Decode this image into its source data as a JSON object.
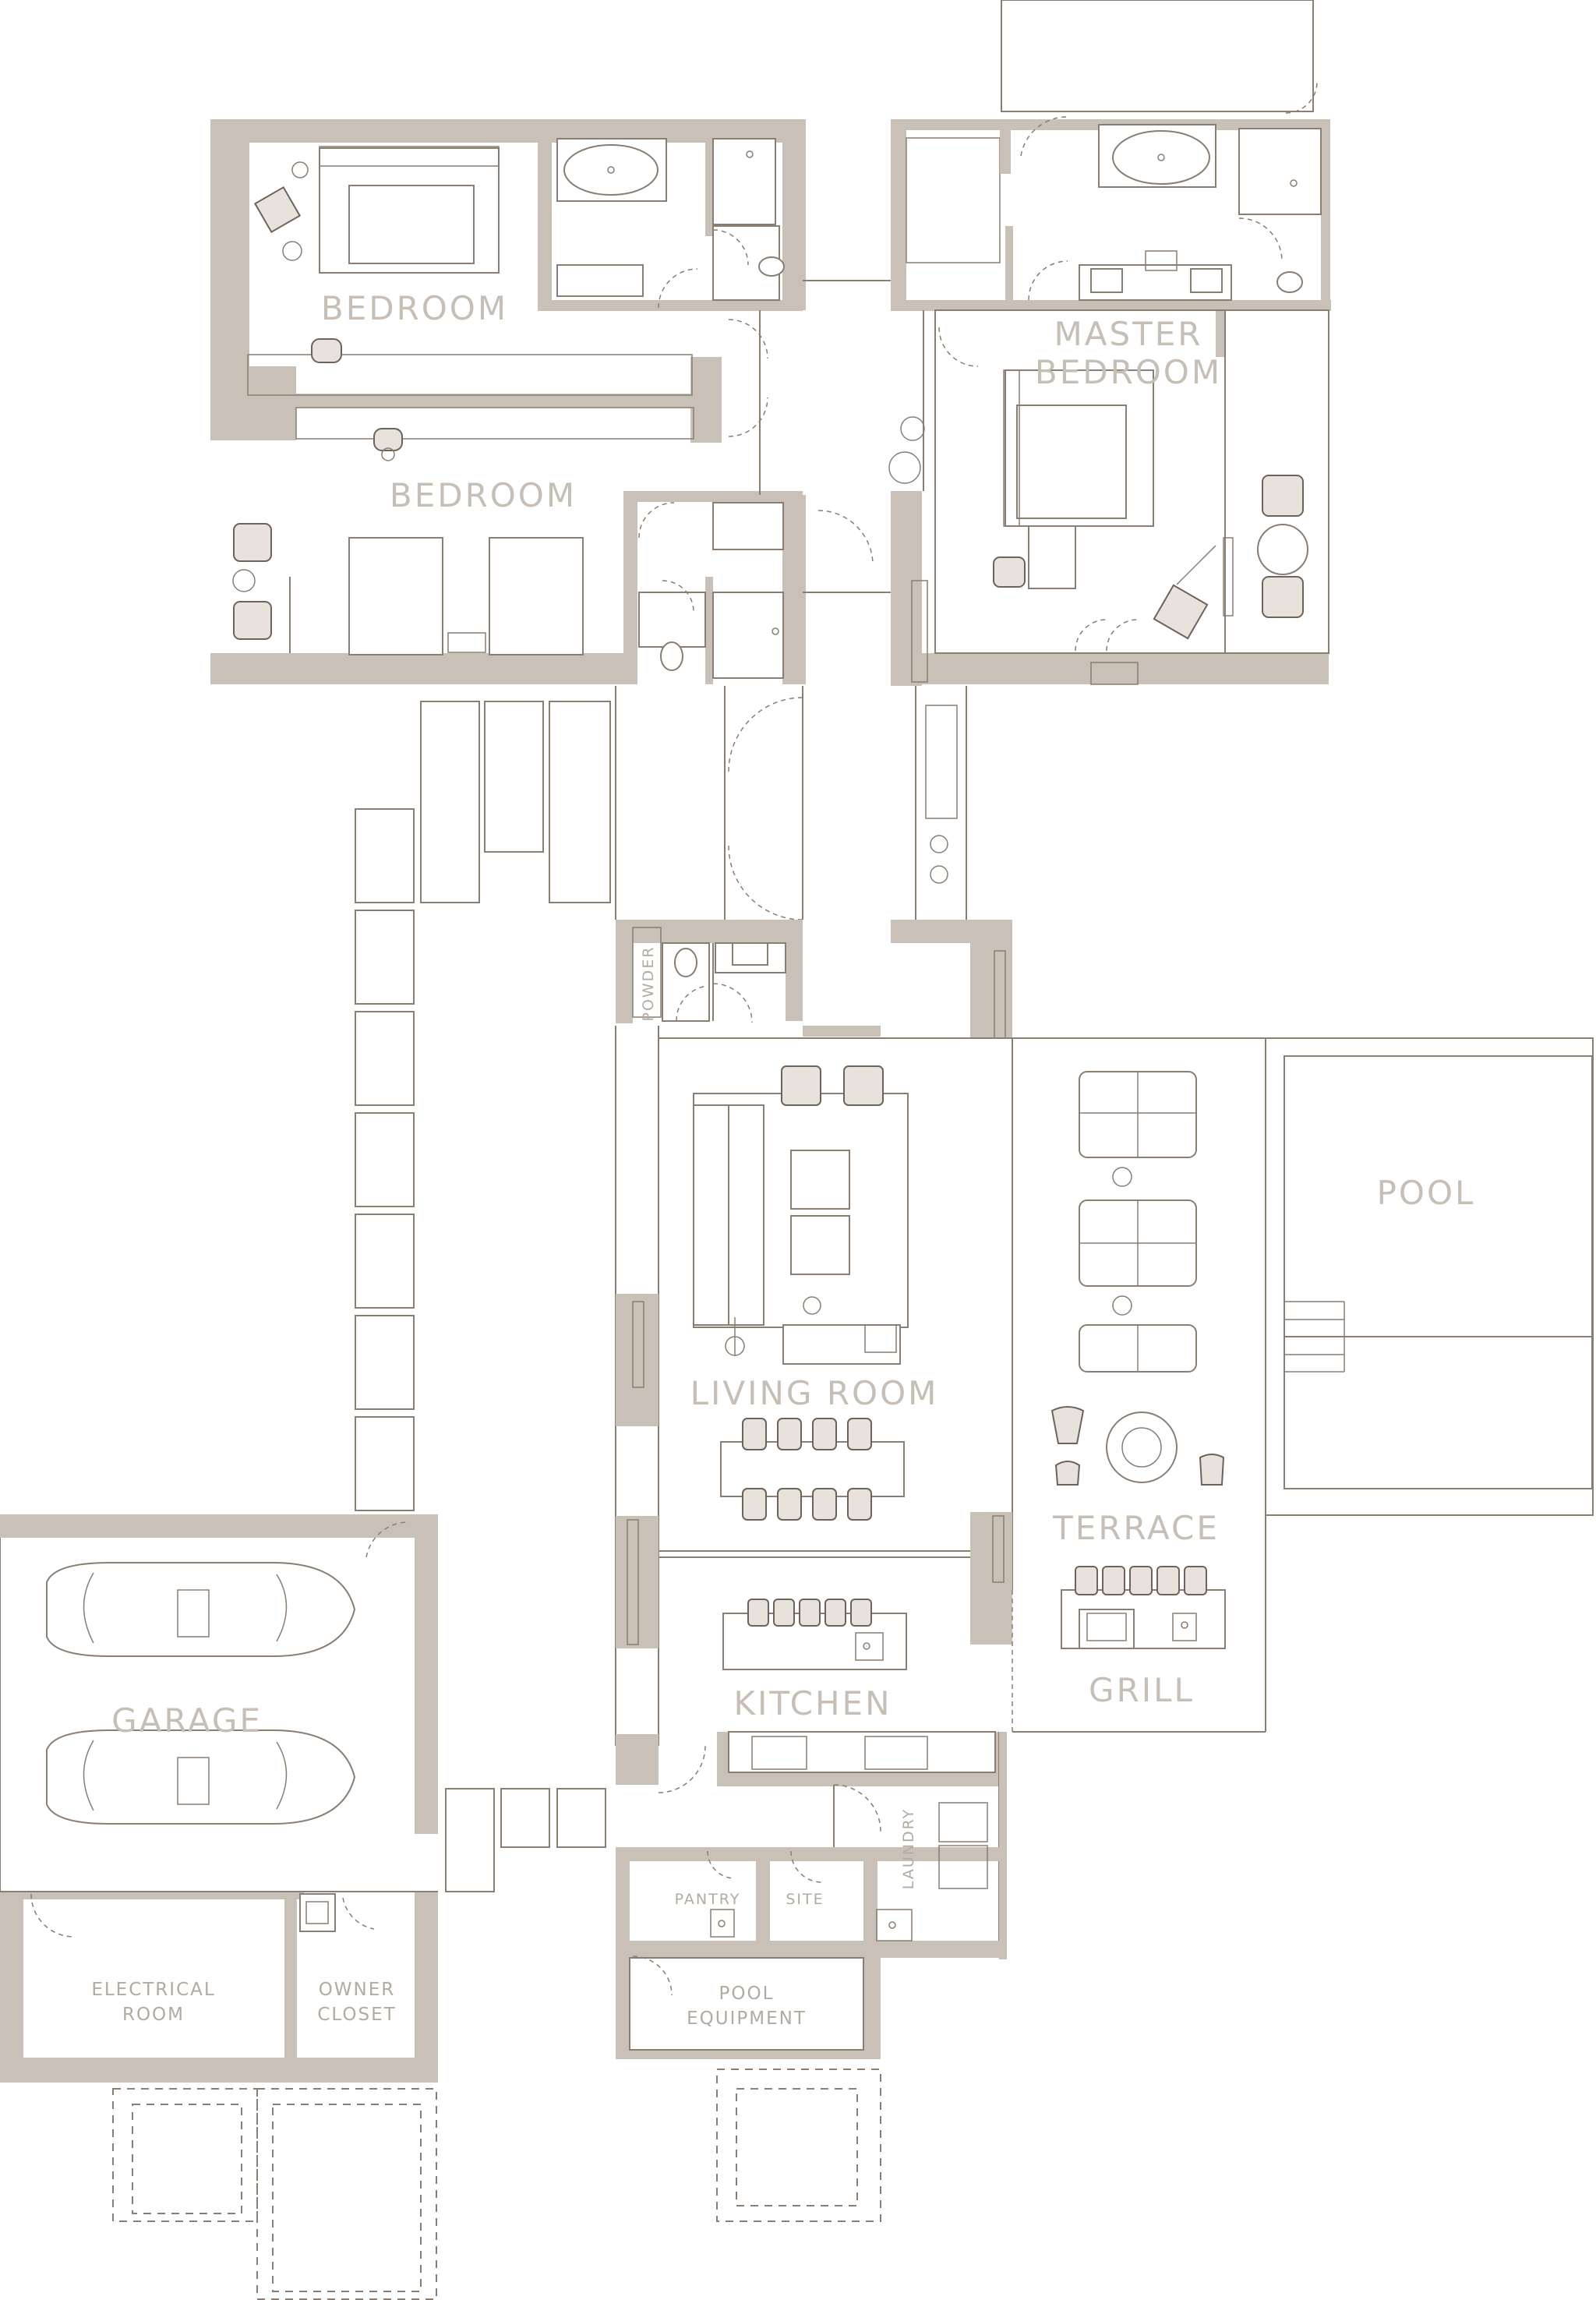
{
  "plan": {
    "rooms": {
      "bedroom_1": "BEDROOM",
      "bedroom_2": "BEDROOM",
      "master_line1": "MASTER",
      "master_line2": "BEDROOM",
      "powder": "POWDER",
      "pool": "POOL",
      "living_room": "LIVING ROOM",
      "terrace": "TERRACE",
      "kitchen": "KITCHEN",
      "grill": "GRILL",
      "garage": "GARAGE",
      "pantry": "PANTRY",
      "site": "SITE",
      "laundry": "LAUNDRY",
      "electrical_line1": "ELECTRICAL",
      "electrical_line2": "ROOM",
      "owner_line1": "OWNER",
      "owner_line2": "CLOSET",
      "pool_equipment_line1": "POOL",
      "pool_equipment_line2": "EQUIPMENT"
    },
    "colors": {
      "wall": "#c9c0b7",
      "line": "#8a7d72",
      "label": "#c7beb5"
    }
  }
}
